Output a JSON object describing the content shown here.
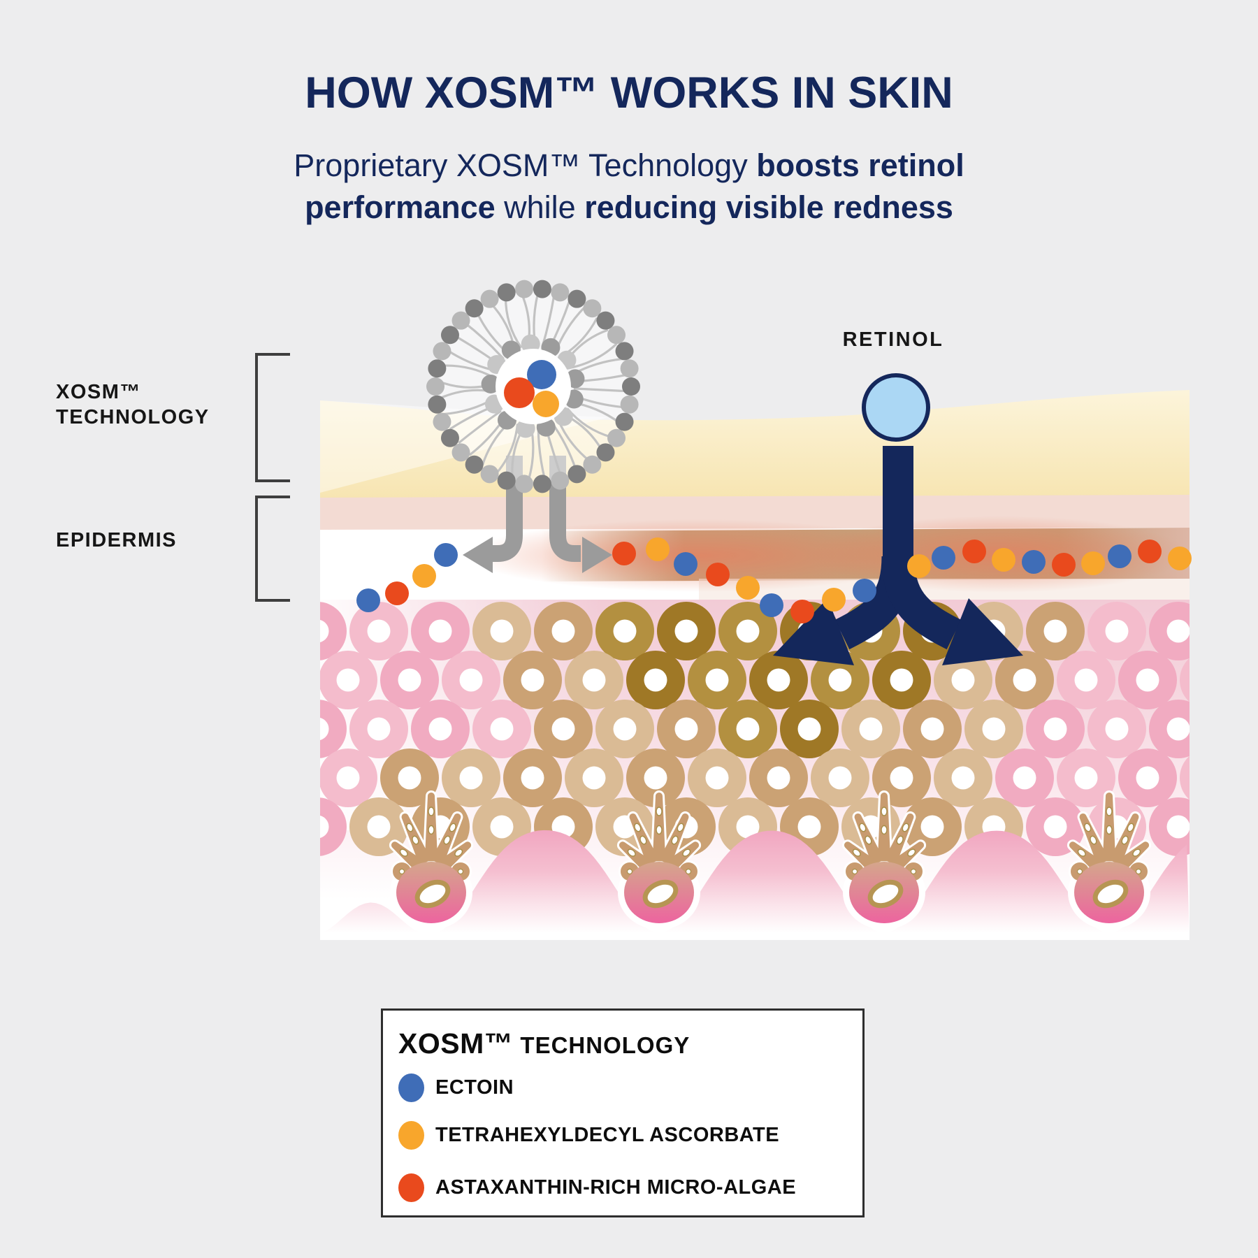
{
  "header": {
    "title": "HOW XOSM™ WORKS IN SKIN",
    "subtitle": {
      "line1_regular": "Proprietary XOSM™ Technology ",
      "line1_bold": "boosts retinol",
      "line2_bold1": "performance",
      "line2_regular": " while ",
      "line2_bold2": "reducing visible redness"
    }
  },
  "diagram": {
    "labels": {
      "xosm_line1": "XOSM™",
      "xosm_line2": "TECHNOLOGY",
      "epidermis": "EPIDERMIS",
      "retinol": "RETINOL"
    }
  },
  "legend": {
    "title_brand": "XOSM™",
    "title_rest": " TECHNOLOGY",
    "items": [
      {
        "name": "ECTOIN",
        "color": "#3F6DB7",
        "icon": "ectoin-dot"
      },
      {
        "name": "TETRAHEXYLDECYL ASCORBATE",
        "color": "#F8A62C",
        "icon": "thd-ascorbate-dot"
      },
      {
        "name": "ASTAXANTHIN-RICH MICRO-ALGAE",
        "color": "#E94A1D",
        "icon": "astaxanthin-dot"
      }
    ]
  },
  "colors": {
    "navy": "#14275B",
    "ectoin_blue": "#3F6DB7",
    "ascorbate_orange": "#F8A62C",
    "astaxanthin_red": "#E94A1D",
    "retinol_blue": "#ABD7F4",
    "arrow_gray": "#9B9B9B"
  }
}
